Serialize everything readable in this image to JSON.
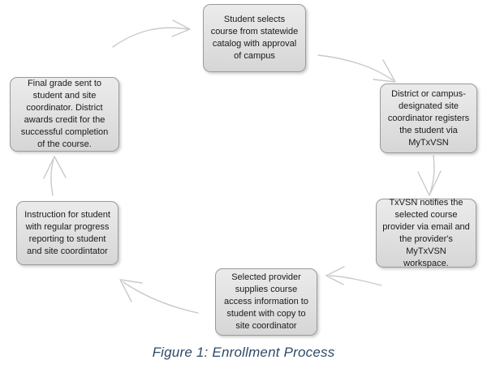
{
  "figure": {
    "caption": "Figure 1: Enrollment Process",
    "caption_color": "#2e4a68",
    "background_color": "#ffffff",
    "arrow_color": "#c9c9c9",
    "node_fill_color": "#e2e2e2",
    "node_border_color": "#9a9a9a",
    "node_text_color": "#1a1a1a"
  },
  "nodes": [
    {
      "id": "student-selects-course",
      "text": "Student selects course from statewide catalog with approval of campus",
      "order": 1
    },
    {
      "id": "site-coordinator-registers",
      "text": "District or campus-designated site coordinator registers the student via MyTxVSN",
      "order": 2
    },
    {
      "id": "txvsn-notifies-provider",
      "text": "TxVSN notifies the selected course provider via email and the provider's MyTxVSN workspace.",
      "order": 3
    },
    {
      "id": "provider-supplies-access",
      "text": "Selected provider supplies course access information to student with copy to site coordinator",
      "order": 4
    },
    {
      "id": "instruction-with-progress-reporting",
      "text": "Instruction for student with regular progress reporting to student and site coordintator",
      "order": 5
    },
    {
      "id": "final-grade-sent",
      "text": "Final grade sent to student and site coordinator. District awards credit for the successful completion of the course.",
      "order": 6
    }
  ],
  "arrows": [
    {
      "id": "arrow-grade-to-student",
      "from": "final-grade-sent",
      "to": "student-selects-course"
    },
    {
      "id": "arrow-student-to-register",
      "from": "student-selects-course",
      "to": "site-coordinator-registers"
    },
    {
      "id": "arrow-register-to-notify",
      "from": "site-coordinator-registers",
      "to": "txvsn-notifies-provider"
    },
    {
      "id": "arrow-notify-to-provider",
      "from": "txvsn-notifies-provider",
      "to": "provider-supplies-access"
    },
    {
      "id": "arrow-provider-to-instruct",
      "from": "provider-supplies-access",
      "to": "instruction-with-progress-reporting"
    },
    {
      "id": "arrow-instruct-to-grade",
      "from": "instruction-with-progress-reporting",
      "to": "final-grade-sent"
    }
  ]
}
